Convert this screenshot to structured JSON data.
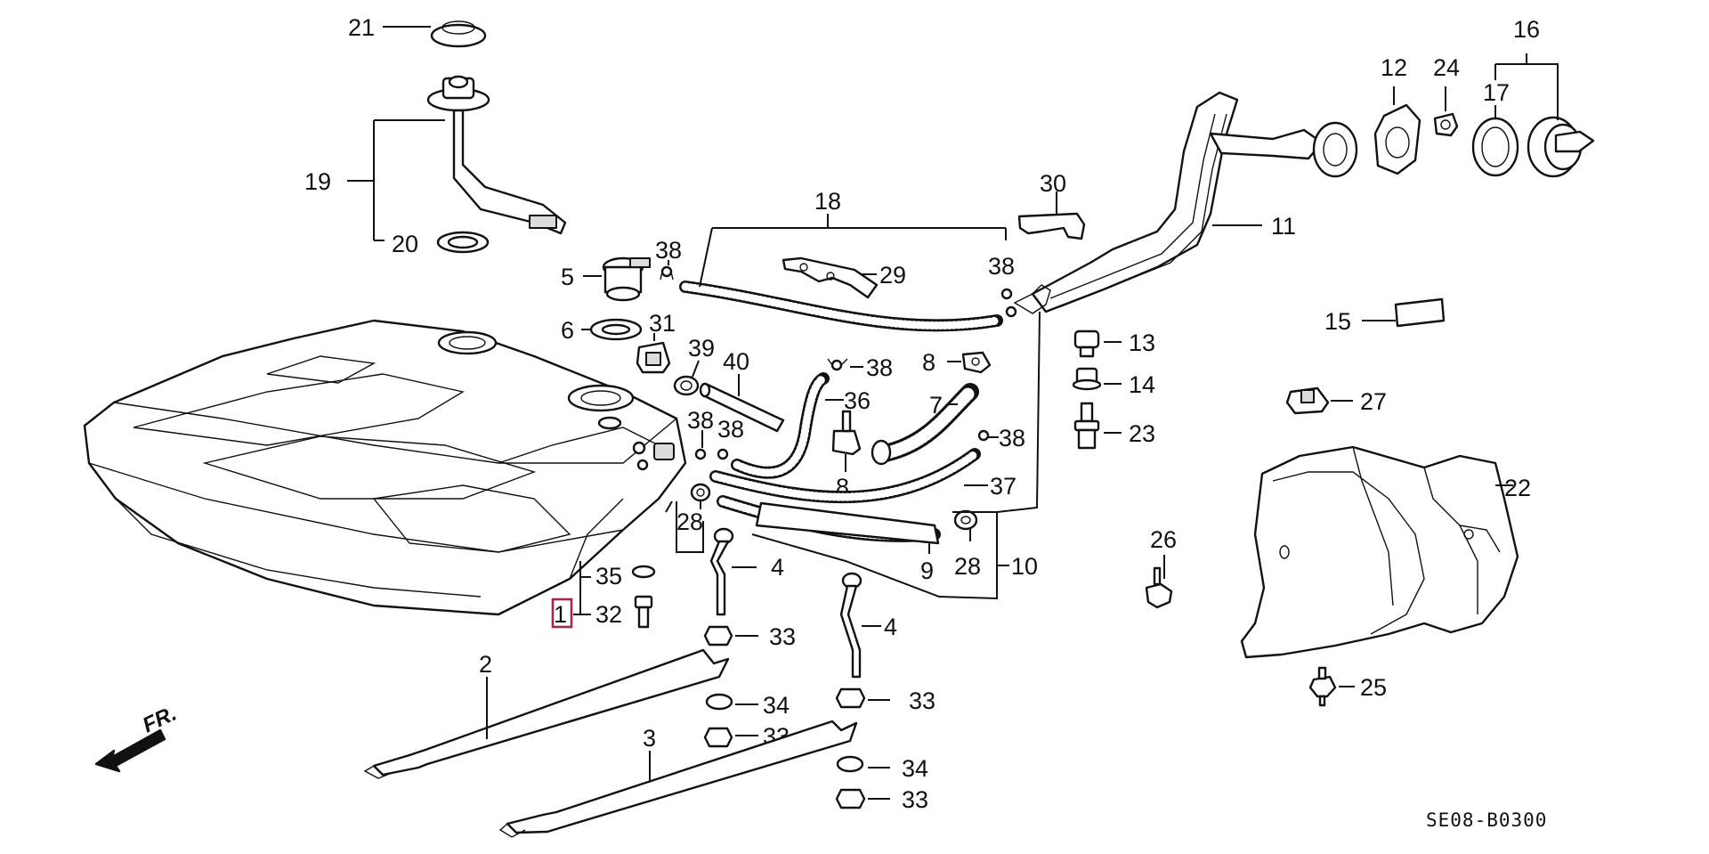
{
  "diagram": {
    "callouts": {
      "c1": "1",
      "c2": "2",
      "c3": "3",
      "c4a": "4",
      "c4b": "4",
      "c5": "5",
      "c6": "6",
      "c7": "7",
      "c8a": "8",
      "c8b": "8",
      "c9": "9",
      "c10": "10",
      "c11": "11",
      "c12": "12",
      "c13": "13",
      "c14": "14",
      "c15": "15",
      "c16": "16",
      "c17": "17",
      "c18": "18",
      "c19": "19",
      "c20": "20",
      "c21": "21",
      "c22": "22",
      "c23": "23",
      "c24": "24",
      "c25": "25",
      "c26": "26",
      "c27": "27",
      "c28a": "28",
      "c28b": "28",
      "c29": "29",
      "c30": "30",
      "c31": "31",
      "c32": "32",
      "c33a": "33",
      "c33b": "33",
      "c33c": "33",
      "c33d": "33",
      "c34a": "34",
      "c34b": "34",
      "c35": "35",
      "c36": "36",
      "c37": "37",
      "c38a": "38",
      "c38b": "38",
      "c38c": "38",
      "c38d": "38",
      "c38e": "38",
      "c38f": "38",
      "c39": "39",
      "c40": "40"
    },
    "front_marker": "FR.",
    "diagram_code": "SE08-B0300",
    "highlight_color": "#a0284a"
  }
}
